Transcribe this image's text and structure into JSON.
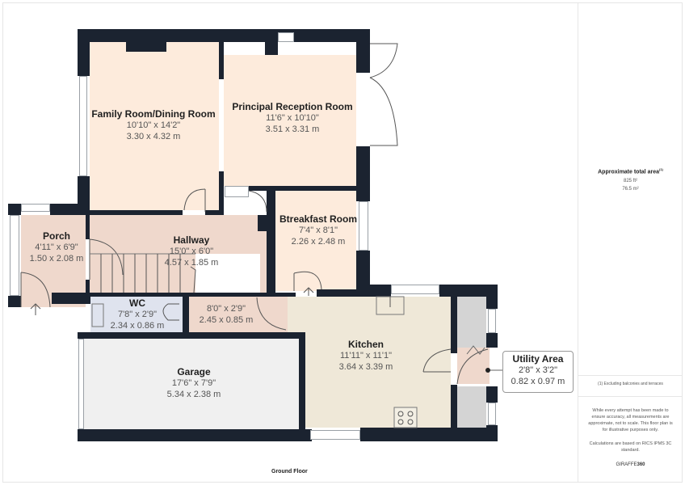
{
  "floor_name": "Ground Floor",
  "rooms": [
    {
      "id": "family",
      "name": "Family Room/Dining Room",
      "imperial": "10'10\" x 14'2\"",
      "metric": "3.30 x 4.32 m"
    },
    {
      "id": "reception",
      "name": "Principal Reception Room",
      "imperial": "11'6\" x 10'10\"",
      "metric": "3.51 x 3.31 m"
    },
    {
      "id": "porch",
      "name": "Porch",
      "imperial": "4'11\" x 6'9\"",
      "metric": "1.50 x 2.08 m"
    },
    {
      "id": "hallway",
      "name": "Hallway",
      "imperial": "15'0\" x 6'0\"",
      "metric": "4.57 x 1.85 m"
    },
    {
      "id": "breakfast",
      "name": "Btreakfast Room",
      "imperial": "7'4\" x 8'1\"",
      "metric": "2.26 x 2.48 m"
    },
    {
      "id": "wc",
      "name": "WC",
      "imperial": "7'8\" x 2'9\"",
      "metric": "2.34 x 0.86 m"
    },
    {
      "id": "corridor",
      "name": "",
      "imperial": "8'0\" x 2'9\"",
      "metric": "2.45 x 0.85 m"
    },
    {
      "id": "kitchen",
      "name": "Kitchen",
      "imperial": "11'11\" x 11'1\"",
      "metric": "3.64 x 3.39 m"
    },
    {
      "id": "garage",
      "name": "Garage",
      "imperial": "17'6\" x 7'9\"",
      "metric": "5.34 x 2.38 m"
    },
    {
      "id": "utility",
      "name": "Utility Area",
      "imperial": "2'8\" x 3'2\"",
      "metric": "0.82 x 0.97 m"
    }
  ],
  "info": {
    "area_title": "Approximate total area",
    "area_superscript": "(1)",
    "area_ft": "825 ft²",
    "area_m": "76.5 m²",
    "footnote": "(1) Excluding balconies and terraces",
    "disclaimer": "While every attempt has been made to ensure accuracy, all measurements are approximate, not to scale. This floor plan is for illustrative purposes only.",
    "calc_note": "Calculations are based on RICS IPMS 3C standard.",
    "brand_a": "GIRAFFE",
    "brand_b": "360"
  },
  "colors": {
    "wall": "#1b2330",
    "living": "#fdebdc",
    "hall": "#efd8cc",
    "kitchen": "#efe8d8",
    "wc": "#dfe3ee",
    "garage": "#f0f0f0",
    "utility_side": "#d4d4d4"
  }
}
